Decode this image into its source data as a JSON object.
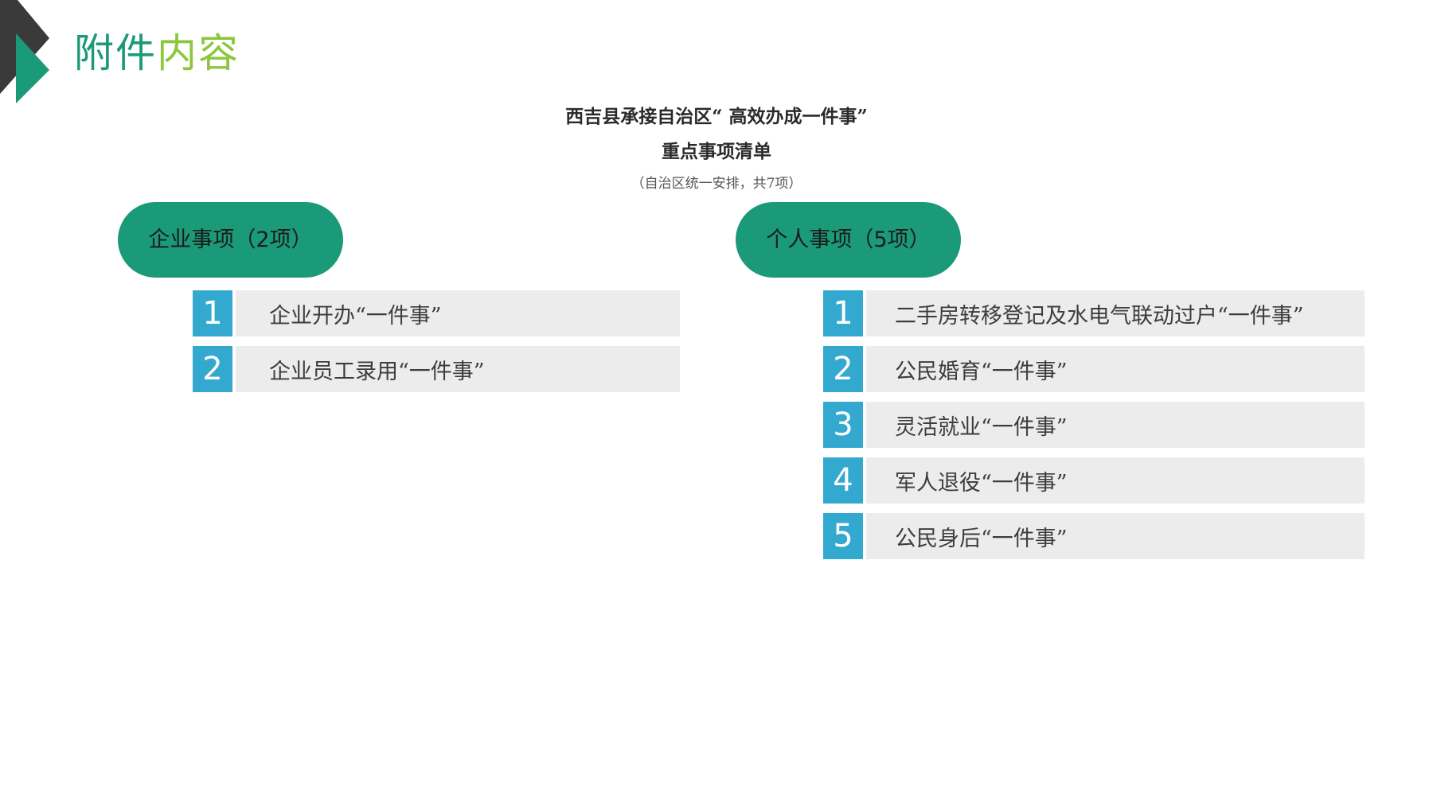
{
  "header": {
    "title_part1": "附件",
    "title_part2": "内容",
    "accent_colors": {
      "green": "#1a9a78",
      "light_green": "#8cc63e",
      "dark": "#3a3a3a",
      "number_blue": "#33a9cf",
      "row_gray": "#ececec"
    }
  },
  "heading": {
    "line1": "西吉县承接自治区“ 高效办成一件事”",
    "line2": "重点事项清单",
    "note": "（自治区统一安排，共7项）"
  },
  "categories": {
    "enterprise": {
      "label": "企业事项（2项）",
      "items": [
        {
          "num": "1",
          "label": "企业开办“一件事”"
        },
        {
          "num": "2",
          "label": "企业员工录用“一件事”"
        }
      ]
    },
    "personal": {
      "label": "个人事项（5项）",
      "items": [
        {
          "num": "1",
          "label": "二手房转移登记及水电气联动过户“一件事”"
        },
        {
          "num": "2",
          "label": "公民婚育“一件事”"
        },
        {
          "num": "3",
          "label": "灵活就业“一件事”"
        },
        {
          "num": "4",
          "label": "军人退役“一件事”"
        },
        {
          "num": "5",
          "label": "公民身后“一件事”"
        }
      ]
    }
  }
}
